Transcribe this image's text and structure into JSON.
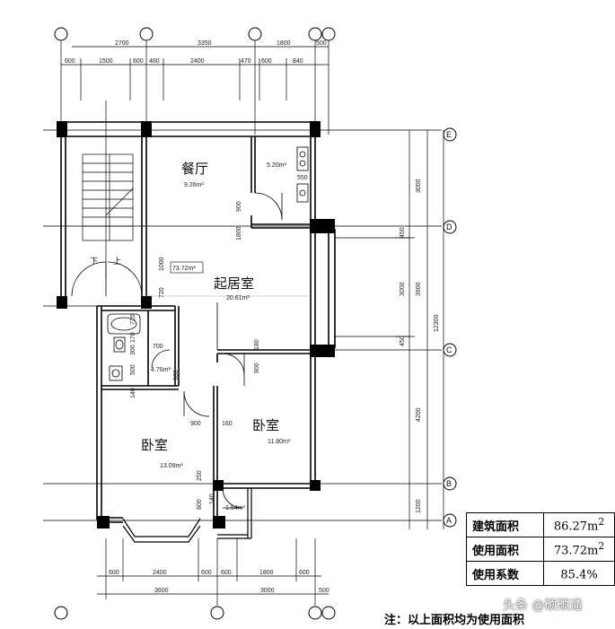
{
  "rooms": {
    "dining": "餐厅",
    "living": "起居室",
    "bedroom1": "卧室",
    "bedroom2": "卧室"
  },
  "areas": {
    "dining": "9.26m²",
    "kitchen": "5.20m²",
    "living": "20.61m²",
    "hall": "73.72m²",
    "bath": "4.76m²",
    "bedroom_left": "13.09m²",
    "bedroom_right": "11.80m²",
    "balcony": "1.64m²"
  },
  "stairs": {
    "down": "下",
    "up": "上"
  },
  "axes": [
    "E",
    "D",
    "C",
    "B",
    "A"
  ],
  "top_dims_outer": [
    "2700",
    "3350",
    "1800",
    "500"
  ],
  "top_dims_inner": [
    "600",
    "1500",
    "600",
    "480",
    "2400",
    "470",
    "600",
    "840"
  ],
  "bottom_dims_inner": [
    "600",
    "2400",
    "600",
    "600",
    "1800",
    "600"
  ],
  "bottom_dims_outer": [
    "3600",
    "3000",
    "500"
  ],
  "right_dims_inner": [
    "3000",
    "450",
    "3000",
    "450",
    "4200",
    "1200"
  ],
  "right_dims_mid": [
    "3900"
  ],
  "right_dims_total": "12300",
  "local_dims": [
    "550",
    "900",
    "1800",
    "1000",
    "720",
    "720",
    "170",
    "300",
    "700",
    "500",
    "140",
    "900",
    "900",
    "180",
    "900",
    "160",
    "250",
    "800",
    "140"
  ],
  "area_table": [
    {
      "label": "建筑面积",
      "value": "86.27m",
      "sup": "2"
    },
    {
      "label": "使用面积",
      "value": "73.72m",
      "sup": "2"
    },
    {
      "label": "使用系数",
      "value": "85.4%",
      "sup": ""
    }
  ],
  "note": "注：以上面积均为使用面积",
  "watermark": "头条 @硕硕通"
}
